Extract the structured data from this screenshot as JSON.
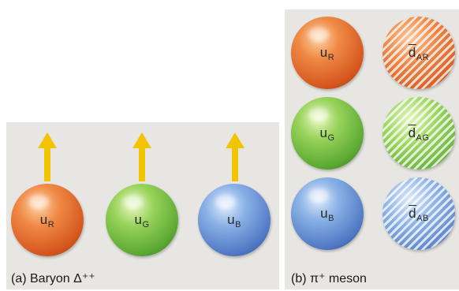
{
  "panel_a": {
    "caption": "(a) Baryon Δ⁺⁺",
    "quarks": [
      {
        "base": "u",
        "sub": "R",
        "color": "red"
      },
      {
        "base": "u",
        "sub": "G",
        "color": "green"
      },
      {
        "base": "u",
        "sub": "B",
        "color": "blue"
      }
    ],
    "spin": "up"
  },
  "panel_b": {
    "caption": "(b) π⁺ meson",
    "rows": [
      {
        "quark": {
          "base": "u",
          "sub": "R"
        },
        "antiquark": {
          "base": "d",
          "sub": "AR"
        },
        "color": "red"
      },
      {
        "quark": {
          "base": "u",
          "sub": "G"
        },
        "antiquark": {
          "base": "d",
          "sub": "AG"
        },
        "color": "green"
      },
      {
        "quark": {
          "base": "u",
          "sub": "B"
        },
        "antiquark": {
          "base": "d",
          "sub": "AB"
        },
        "color": "blue"
      }
    ]
  },
  "colors": {
    "panel_bg": "#e7e6e2",
    "arrow": "#f2c400",
    "red": "#e06a2c",
    "green": "#6bb83e",
    "blue": "#5a80c8"
  }
}
